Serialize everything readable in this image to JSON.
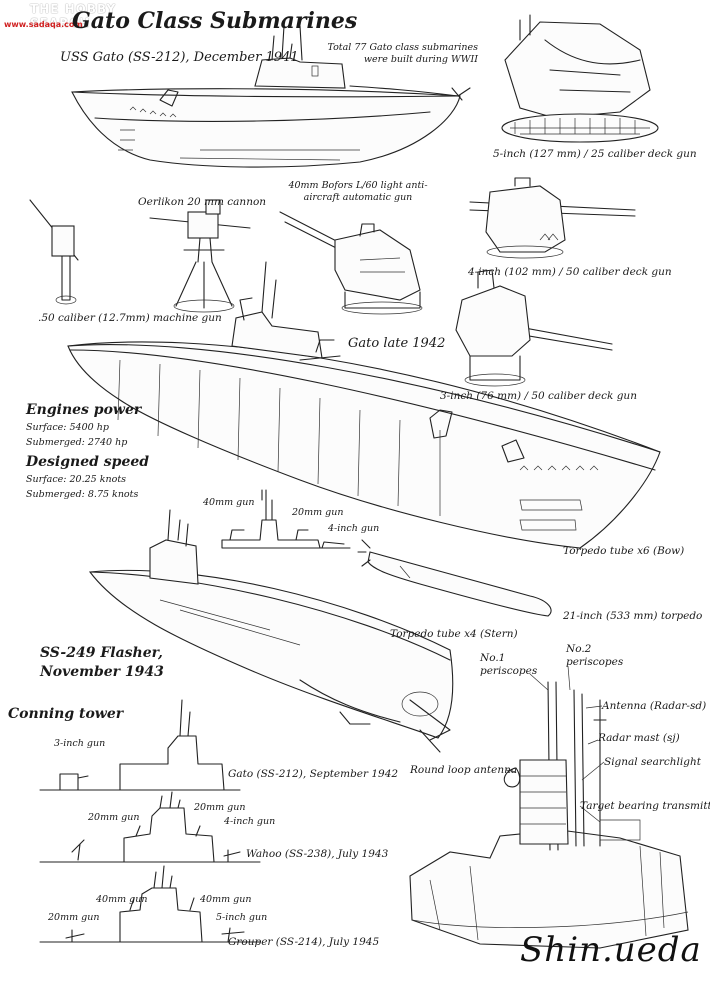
{
  "watermark": {
    "top": "THE HOBBY SEARCH",
    "bottom": "www.sadaqa.com"
  },
  "title": "Gato Class Submarines",
  "subtitle": "USS Gato (SS-212), December 1941",
  "total_note": "Total 77 Gato class submarines were built during WWII",
  "guns": {
    "five_inch": "5-inch (127 mm) / 25 caliber deck gun",
    "oerlikon": "Oerlikon 20 mm cannon",
    "bofors": "40mm Bofors L/60 light anti-aircraft automatic gun",
    "four_inch": "4-inch (102 mm) / 50 caliber deck gun",
    "mg50": ".50 caliber (12.7mm) machine gun",
    "three_inch": "3-inch (76 mm) / 50 caliber deck gun"
  },
  "gato_late": "Gato late 1942",
  "specs": {
    "engines_title": "Engines power",
    "surface_hp": "Surface: 5400 hp",
    "submerged_hp": "Submerged: 2740 hp",
    "speed_title": "Designed speed",
    "surface_kn": "Surface: 20.25 knots",
    "submerged_kn": "Submerged: 8.75 knots"
  },
  "torpedo": {
    "bow": "Torpedo tube x6 (Bow)",
    "torpedo": "21-inch (533 mm) torpedo",
    "stern": "Torpedo tube x4 (Stern)"
  },
  "flasher_labels": {
    "gun40": "40mm gun",
    "gun20": "20mm gun",
    "gun4": "4-inch gun"
  },
  "flasher": {
    "line1": "SS-249 Flasher,",
    "line2": "November 1943"
  },
  "conning": {
    "title": "Conning tower",
    "gato_gun": "3-inch gun",
    "gato_caption": "Gato (SS-212), September 1942",
    "wahoo_20a": "20mm gun",
    "wahoo_20b": "20mm gun",
    "wahoo_4": "4-inch gun",
    "wahoo_caption": "Wahoo (SS-238), July 1943",
    "grouper_40a": "40mm gun",
    "grouper_40b": "40mm gun",
    "grouper_20": "20mm gun",
    "grouper_5": "5-inch gun",
    "grouper_caption": "Grouper (SS-214), July 1945"
  },
  "mast": {
    "p2a": "No.2",
    "p2b": "periscopes",
    "p1a": "No.1",
    "p1b": "periscopes",
    "antenna": "Antenna (Radar-sd)",
    "radar": "Radar mast (sj)",
    "searchlight": "Signal searchlight",
    "loop": "Round loop antenna",
    "tbt": "Target bearing transmitter"
  },
  "signature": "Shin.ueda"
}
